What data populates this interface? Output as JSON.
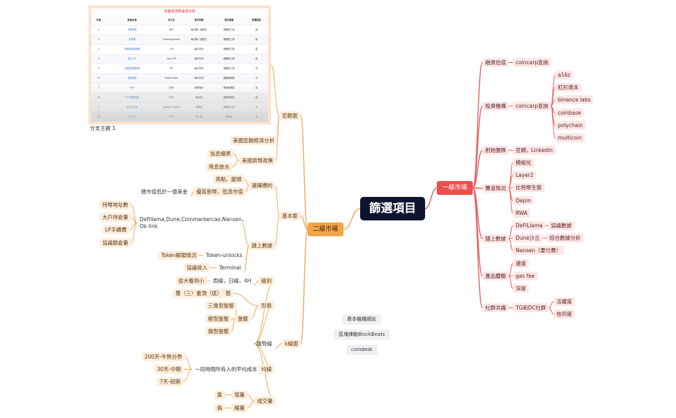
{
  "root": "篩選項目",
  "primary_market": {
    "label": "一級市場",
    "funding": {
      "label": "融資估值",
      "child": "coincarp查詢"
    },
    "investors": {
      "label": "投資機構",
      "child": "coincarp查詢",
      "items": [
        "a16z",
        "紅杉資本",
        "binance labs",
        "coinbase",
        "polychain",
        "multicoin"
      ]
    },
    "social": {
      "label": "創始團隊",
      "child": "官網，Linkedin"
    },
    "track": {
      "label": "賽道情況",
      "items": [
        "模組化",
        "Layer2",
        "比特幣生態",
        "Depin",
        "RWA"
      ]
    },
    "onchain": {
      "label": "鏈上數據",
      "items": [
        "DeFiLlama",
        "Dune沙丘",
        "Nansen（要付費）"
      ],
      "notes": [
        "協議數據",
        "綜合數據分析"
      ]
    },
    "product": {
      "label": "產品體驗",
      "items": [
        "速度",
        "gas fee",
        "深度"
      ]
    },
    "community": {
      "label": "社群共識",
      "child": "TG和DC社群",
      "items": [
        "活躍度",
        "信仰度"
      ]
    }
  },
  "secondary_market": {
    "label": "二級市場",
    "macro": {
      "label": "宏觀面",
      "items": [
        "美國宏觀經濟分析",
        "美國貨幣政策"
      ],
      "policy": [
        "加息縮表",
        "降息放水"
      ]
    },
    "fundamental": {
      "label": "基本面",
      "selection": {
        "label": "選擇標的",
        "items": [
          "熱點、龍頭",
          "優質新幣，低流市值"
        ],
        "note": "總市值低於一億美金"
      }
    },
    "chain_data": {
      "label": "鏈上數據",
      "tools": "Defillama,Dune,Coinmarkercao,Nansen，Ok-link",
      "metrics": [
        "持幣地址數",
        "大戶持倉量",
        "LP手續費",
        "協議鎖倉量"
      ],
      "unlocks": "Token-unlocks",
      "unlock_note": "Token解鎖情況",
      "terminal": "Terminal",
      "terminal_note": "協議收入"
    },
    "kline": {
      "label": "k線面",
      "trend": "趨勢線",
      "level": {
        "label": "級別",
        "value": "周線，日線，4H",
        "note": "從大看到小"
      },
      "pattern": {
        "label": "形態",
        "reversal": "反轉型態",
        "reversal_note": "雙（三）重頂（底）",
        "consolidation": "盤整",
        "items": [
          "三角型盤整",
          "楔型盤整",
          "旗型盤整"
        ]
      },
      "ma": {
        "label": "均線",
        "desc": "一段時間所有人的平均成本",
        "items": [
          "200天-牛熊分界",
          "30天-中期",
          "7天-短期"
        ]
      },
      "volume": {
        "label": "成交量",
        "up": "增量",
        "down": "縮量",
        "up_note": "真",
        "down_note": "偽"
      }
    }
  },
  "sources": [
    "資本機構網站",
    "區塊律動BlockBeats",
    "coindesk"
  ],
  "sheet": {
    "title": "宏觀經濟數據發布表",
    "headers": [
      "序號",
      "數據名稱",
      "英文名",
      "發布時間",
      "發布機構",
      "影響程度"
    ],
    "rows": [
      [
        "1",
        "非農就業",
        "NFP",
        "每月第一個週五",
        "美國勞工部",
        "高"
      ],
      [
        "2",
        "失業率",
        "Unemployment",
        "每月第一個週五",
        "美國勞工部",
        "高"
      ],
      [
        "3",
        "消費者物價指數",
        "CPI",
        "每月中旬",
        "美國勞工部",
        "高"
      ],
      [
        "4",
        "核心CPI",
        "Core CPI",
        "每月中旬",
        "美國勞工部",
        "高"
      ],
      [
        "5",
        "生產者物價指數",
        "PPI",
        "每月中旬",
        "美國勞工部",
        "中"
      ],
      [
        "6",
        "零售銷售",
        "Retail Sales",
        "每月中旬",
        "美國商務部",
        "中"
      ],
      [
        "7",
        "GDP",
        "GDP",
        "每季度末",
        "美國商務部",
        "高"
      ],
      [
        "8",
        "PCE物價指數",
        "PCE",
        "每月底",
        "美國商務部",
        "高"
      ],
      [
        "9",
        "初請失業金",
        "Jobless Claims",
        "每週四",
        "美國勞工部",
        "中"
      ],
      [
        "10",
        "利率決議",
        "FOMC",
        "每六週",
        "美聯儲",
        "高"
      ],
      [
        "11",
        "ISM製造業",
        "ISM PMI",
        "每月初",
        "ISM",
        "中"
      ],
      [
        "12",
        "消費者信心",
        "CCI",
        "每月底",
        "世界大型企業聯合會",
        "低"
      ],
      [
        "13",
        "JOLTs職位空缺",
        "JOLTs",
        "每月初",
        "美國勞工部",
        "中"
      ],
      [
        "14",
        "褐皮書",
        "Beige Book",
        "每六週",
        "美聯儲",
        "低"
      ]
    ],
    "caption": "分支主題 1"
  },
  "colors": {
    "root": "#0e1330",
    "primary": "#ee4e4e",
    "secondary": "#f2a449"
  }
}
